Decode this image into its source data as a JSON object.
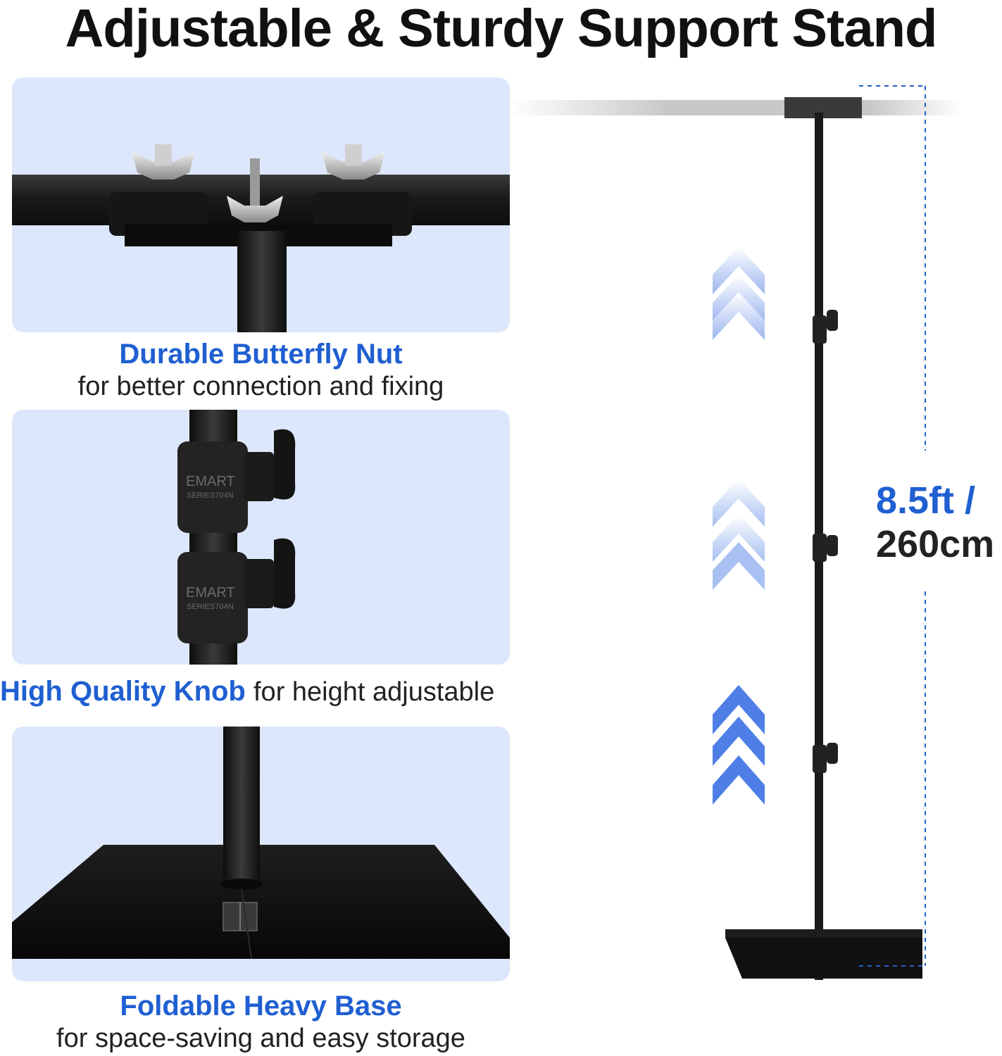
{
  "title": "Adjustable & Sturdy Support Stand",
  "features": [
    {
      "headline": "Durable Butterfly Nut",
      "detail": "for better connection and fixing"
    },
    {
      "headline": "High Quality Knob",
      "detail": "for height adjustable"
    },
    {
      "headline": "Foldable Heavy Base",
      "detail": "for space-saving and easy storage"
    }
  ],
  "knob_brand": {
    "name": "EMART",
    "series": "SERIES704N"
  },
  "height": {
    "imperial": "8.5ft /",
    "metric": "260cm"
  },
  "colors": {
    "accent": "#1f5fd1",
    "panel": "#dde7fb",
    "metal": "#1a1a1a",
    "text": "#222222"
  },
  "icons": [
    "butterfly-nut",
    "adjustment-knob",
    "foldable-base",
    "up-chevron-arrow",
    "dimension-line"
  ]
}
